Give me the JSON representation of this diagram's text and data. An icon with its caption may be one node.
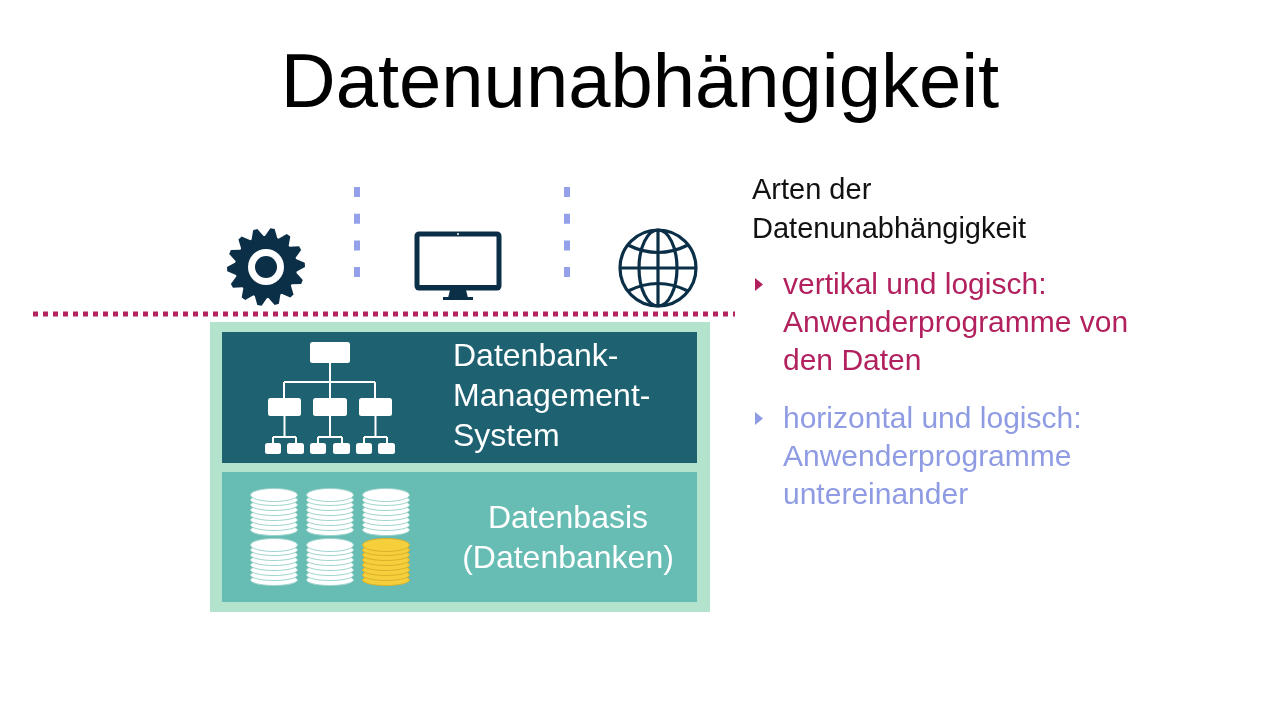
{
  "diagram": {
    "title": "Datenunabhängigkeit",
    "nodes": [
      {
        "text": [],
        "shape": "box"
      },
      {
        "text": [
          "Datenbank-Management-System"
        ],
        "in": 0
      },
      {
        "text": [
          "Datenbasis (Datenbanken)"
        ],
        "in": 0
      }
    ],
    "labels": [
      "Arten der Datenunabhängigkeit",
      "vertikal und logisch: Anwenderprogramme von den Daten",
      "horizontal und logisch: Anwenderprogramme untereinander"
    ]
  }
}
